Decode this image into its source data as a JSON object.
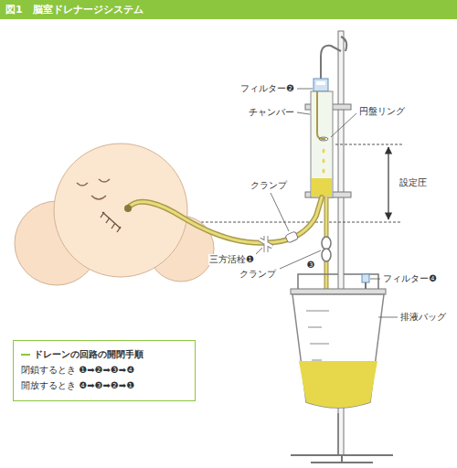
{
  "diagram": {
    "title": "図1　脳室ドレナージシステム",
    "nodes": [
      {
        "text": [
          "ドレーンの回路の開閉手順",
          "閉鎖するとき ❶➡❷➡❸➡❹",
          "開放するとき ❹➡❸➡❷➡❶"
        ]
      }
    ],
    "labels": [
      "フィルター❷",
      "チャンバー",
      "円盤リング",
      "設定圧",
      "クランプ",
      "三方活栓❶",
      "クランプ",
      "❸",
      "フィルター❹",
      "排液バッグ"
    ]
  }
}
